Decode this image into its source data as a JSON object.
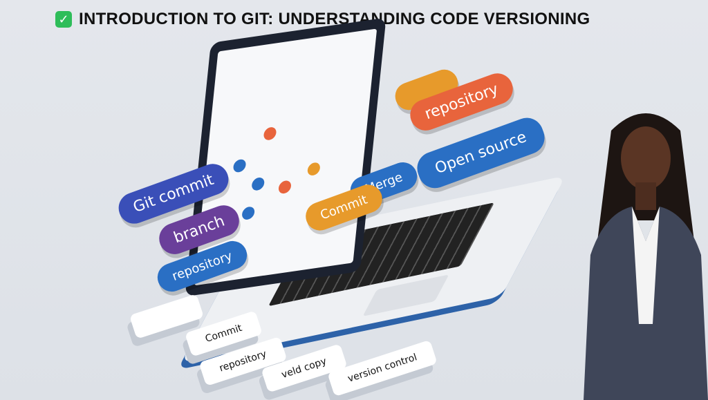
{
  "title": {
    "icon": "check-mark-button-icon",
    "text": "INTRODUCTION TO GIT: UNDERSTANDING CODE VERSIONING"
  },
  "pills": {
    "git_commit": "Git commit",
    "branch": "branch",
    "repository_left": "repository",
    "repository_top": "repository",
    "open_source": "Open source",
    "merge": "Merge",
    "commit": "Commit"
  },
  "cards": {
    "commit": "Commit",
    "repository": "repository",
    "valid_copy": "veld copy",
    "version_control": "version control"
  },
  "colors": {
    "background": "#e0e4e9",
    "blue": "#2a6fc4",
    "purple": "#6a3f9a",
    "orange": "#e8643c",
    "amber": "#e79a2b",
    "check": "#2ebd59"
  }
}
